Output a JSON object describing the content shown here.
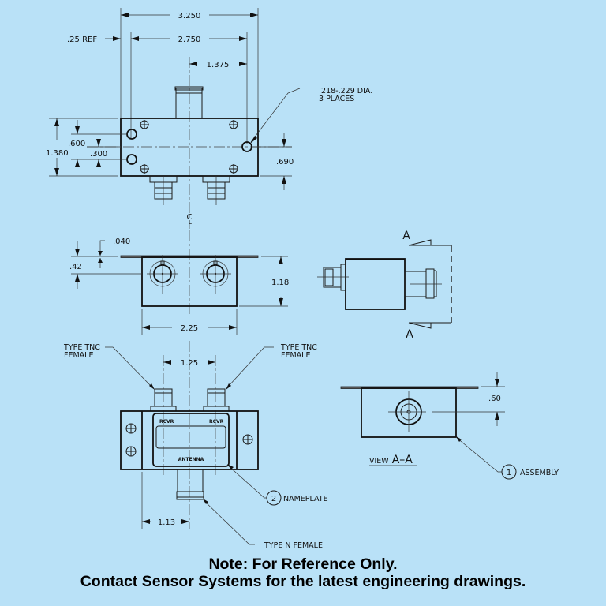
{
  "background_color": "#b9e1f7",
  "top_view": {
    "overall_width": "3.250",
    "ref_offset": ".25 REF",
    "hole_span": "2.750",
    "center_offset": "1.375",
    "hole_callout_line1": ".218-.229 DIA.",
    "hole_callout_line2": "3 PLACES",
    "height": "1.380",
    "hole_spacing": ".600",
    "hole_half": ".300",
    "right_hole_height": ".690"
  },
  "front_view": {
    "centerline_symbol": "C",
    "centerline_sub": "L",
    "plate_thickness": ".040",
    "connector_height": ".42",
    "body_height": "1.18",
    "body_width": "2.25"
  },
  "side_view": {
    "section_label_top": "A",
    "section_label_bottom": "A"
  },
  "bottom_view": {
    "tnc_left_line1": "TYPE TNC",
    "tnc_left_line2": "FEMALE",
    "tnc_right_line1": "TYPE TNC",
    "tnc_right_line2": "FEMALE",
    "connector_spacing": "1.25",
    "nameplate_rcvr_left": "RCVR",
    "nameplate_rcvr_right": "RCVR",
    "nameplate_antenna": "ANTENNA",
    "nameplate_item_number": "2",
    "nameplate_label": "NAMEPLATE",
    "n_offset": "1.13",
    "n_connector_label": "TYPE N FEMALE"
  },
  "section_view": {
    "title_prefix": "VIEW",
    "title_section": "A–A",
    "height_dim": ".60",
    "assembly_item_number": "1",
    "assembly_label": "ASSEMBLY"
  },
  "footer": {
    "line1": "Note: For Reference Only.",
    "line2": "Contact Sensor Systems for the latest engineering drawings."
  }
}
